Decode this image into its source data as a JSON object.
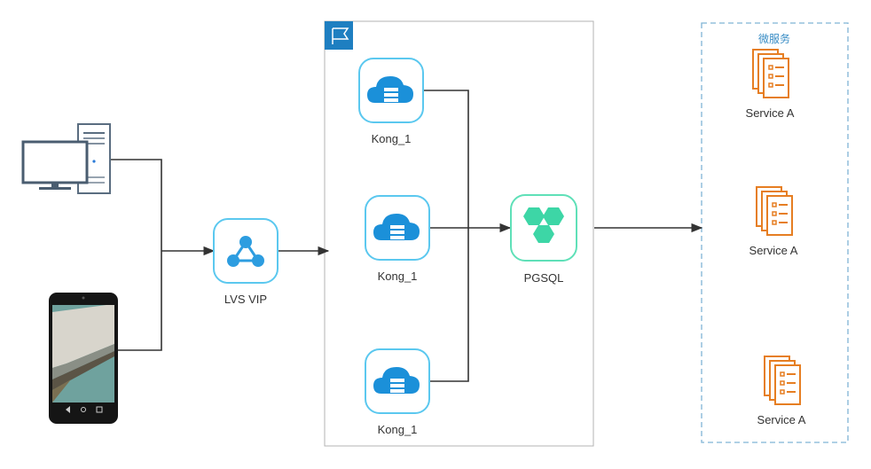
{
  "nodes": {
    "lvs": {
      "label": "LVS VIP"
    },
    "kong_top": {
      "label": "Kong_1"
    },
    "kong_mid": {
      "label": "Kong_1"
    },
    "kong_bot": {
      "label": "Kong_1"
    },
    "pgsql": {
      "label": "PGSQL"
    }
  },
  "microservices": {
    "title": "微服务",
    "services": [
      {
        "label": "Service A"
      },
      {
        "label": "Service A"
      },
      {
        "label": "Service A"
      }
    ]
  },
  "colors": {
    "kong_accent": "#5bc8ef",
    "kong_cloud": "#1b90d9",
    "lvs_accent": "#5bc8ef",
    "pgsql_accent": "#5fe0b8",
    "service_orange": "#e67e22",
    "group_border": "#7fb3d5",
    "flag_blue": "#1e7fc1",
    "line": "#333333"
  },
  "icons": {
    "desktop": "desktop-computer-icon",
    "phone": "smartphone-icon",
    "flag": "flag-icon",
    "lvs": "network-hub-icon",
    "kong": "cloud-server-icon",
    "pgsql": "hexagon-cluster-icon",
    "service": "document-stack-icon"
  }
}
